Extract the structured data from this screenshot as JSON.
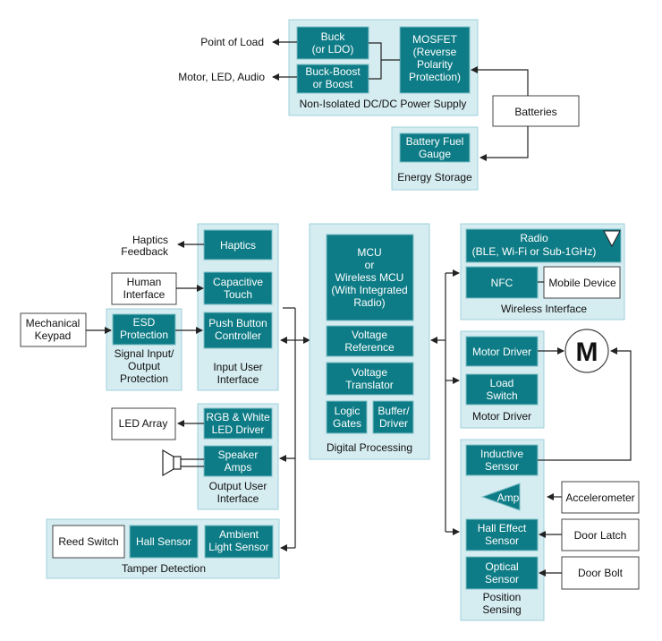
{
  "power": {
    "group": "Non-Isolated DC/DC Power Supply",
    "buck": [
      "Buck",
      "(or LDO)"
    ],
    "buck_boost": [
      "Buck-Boost",
      "or Boost"
    ],
    "mosfet": [
      "MOSFET",
      "(Reverse",
      "Polarity",
      "Protection)"
    ],
    "point_of_load": "Point of Load",
    "motor_led_audio": "Motor, LED, Audio",
    "batteries": "Batteries"
  },
  "energy": {
    "group": "Energy Storage",
    "fuel_gauge": [
      "Battery Fuel",
      "Gauge"
    ]
  },
  "input_ui": {
    "group": [
      "Input User",
      "Interface"
    ],
    "haptics": "Haptics",
    "capacitive": [
      "Capacitive",
      "Touch"
    ],
    "push_button": [
      "Push Button",
      "Controller"
    ],
    "haptics_feedback": [
      "Haptics",
      "Feedback"
    ],
    "human_interface": [
      "Human",
      "Interface"
    ],
    "mechanical_keypad": [
      "Mechanical",
      "Keypad"
    ]
  },
  "signal_io": {
    "group": [
      "Signal Input/",
      "Output",
      "Protection"
    ],
    "esd": [
      "ESD",
      "Protection"
    ]
  },
  "output_ui": {
    "group": [
      "Output User",
      "Interface"
    ],
    "rgb": [
      "RGB & White",
      "LED Driver"
    ],
    "speaker": [
      "Speaker",
      "Amps"
    ],
    "led_array": "LED Array"
  },
  "tamper": {
    "group": "Tamper Detection",
    "reed": "Reed Switch",
    "hall": "Hall Sensor",
    "ambient": [
      "Ambient",
      "Light Sensor"
    ]
  },
  "digital": {
    "group": "Digital Processing",
    "mcu": [
      "MCU",
      "or",
      "Wireless MCU",
      "(With Integrated",
      "Radio)"
    ],
    "vref": [
      "Voltage",
      "Reference"
    ],
    "vtrans": [
      "Voltage",
      "Translator"
    ],
    "logic": [
      "Logic",
      "Gates"
    ],
    "buffer": [
      "Buffer/",
      "Driver"
    ]
  },
  "wireless": {
    "group": "Wireless Interface",
    "radio": [
      "Radio",
      "(BLE, Wi-Fi or Sub-1GHz)"
    ],
    "nfc": "NFC",
    "mobile": "Mobile Device"
  },
  "motor": {
    "group": "Motor Driver",
    "driver": "Motor Driver",
    "load_switch": [
      "Load",
      "Switch"
    ],
    "motor_symbol": "M"
  },
  "position": {
    "group": [
      "Position",
      "Sensing"
    ],
    "inductive": [
      "Inductive",
      "Sensor"
    ],
    "amp": "Amp",
    "hall_effect": [
      "Hall Effect",
      "Sensor"
    ],
    "optical": [
      "Optical",
      "Sensor"
    ],
    "accelerometer": "Accelerometer",
    "door_latch": "Door Latch",
    "door_bolt": "Door Bolt"
  },
  "colors": {
    "block": "#0e7c86",
    "group": "#d5ecf1",
    "line": "#222222"
  }
}
